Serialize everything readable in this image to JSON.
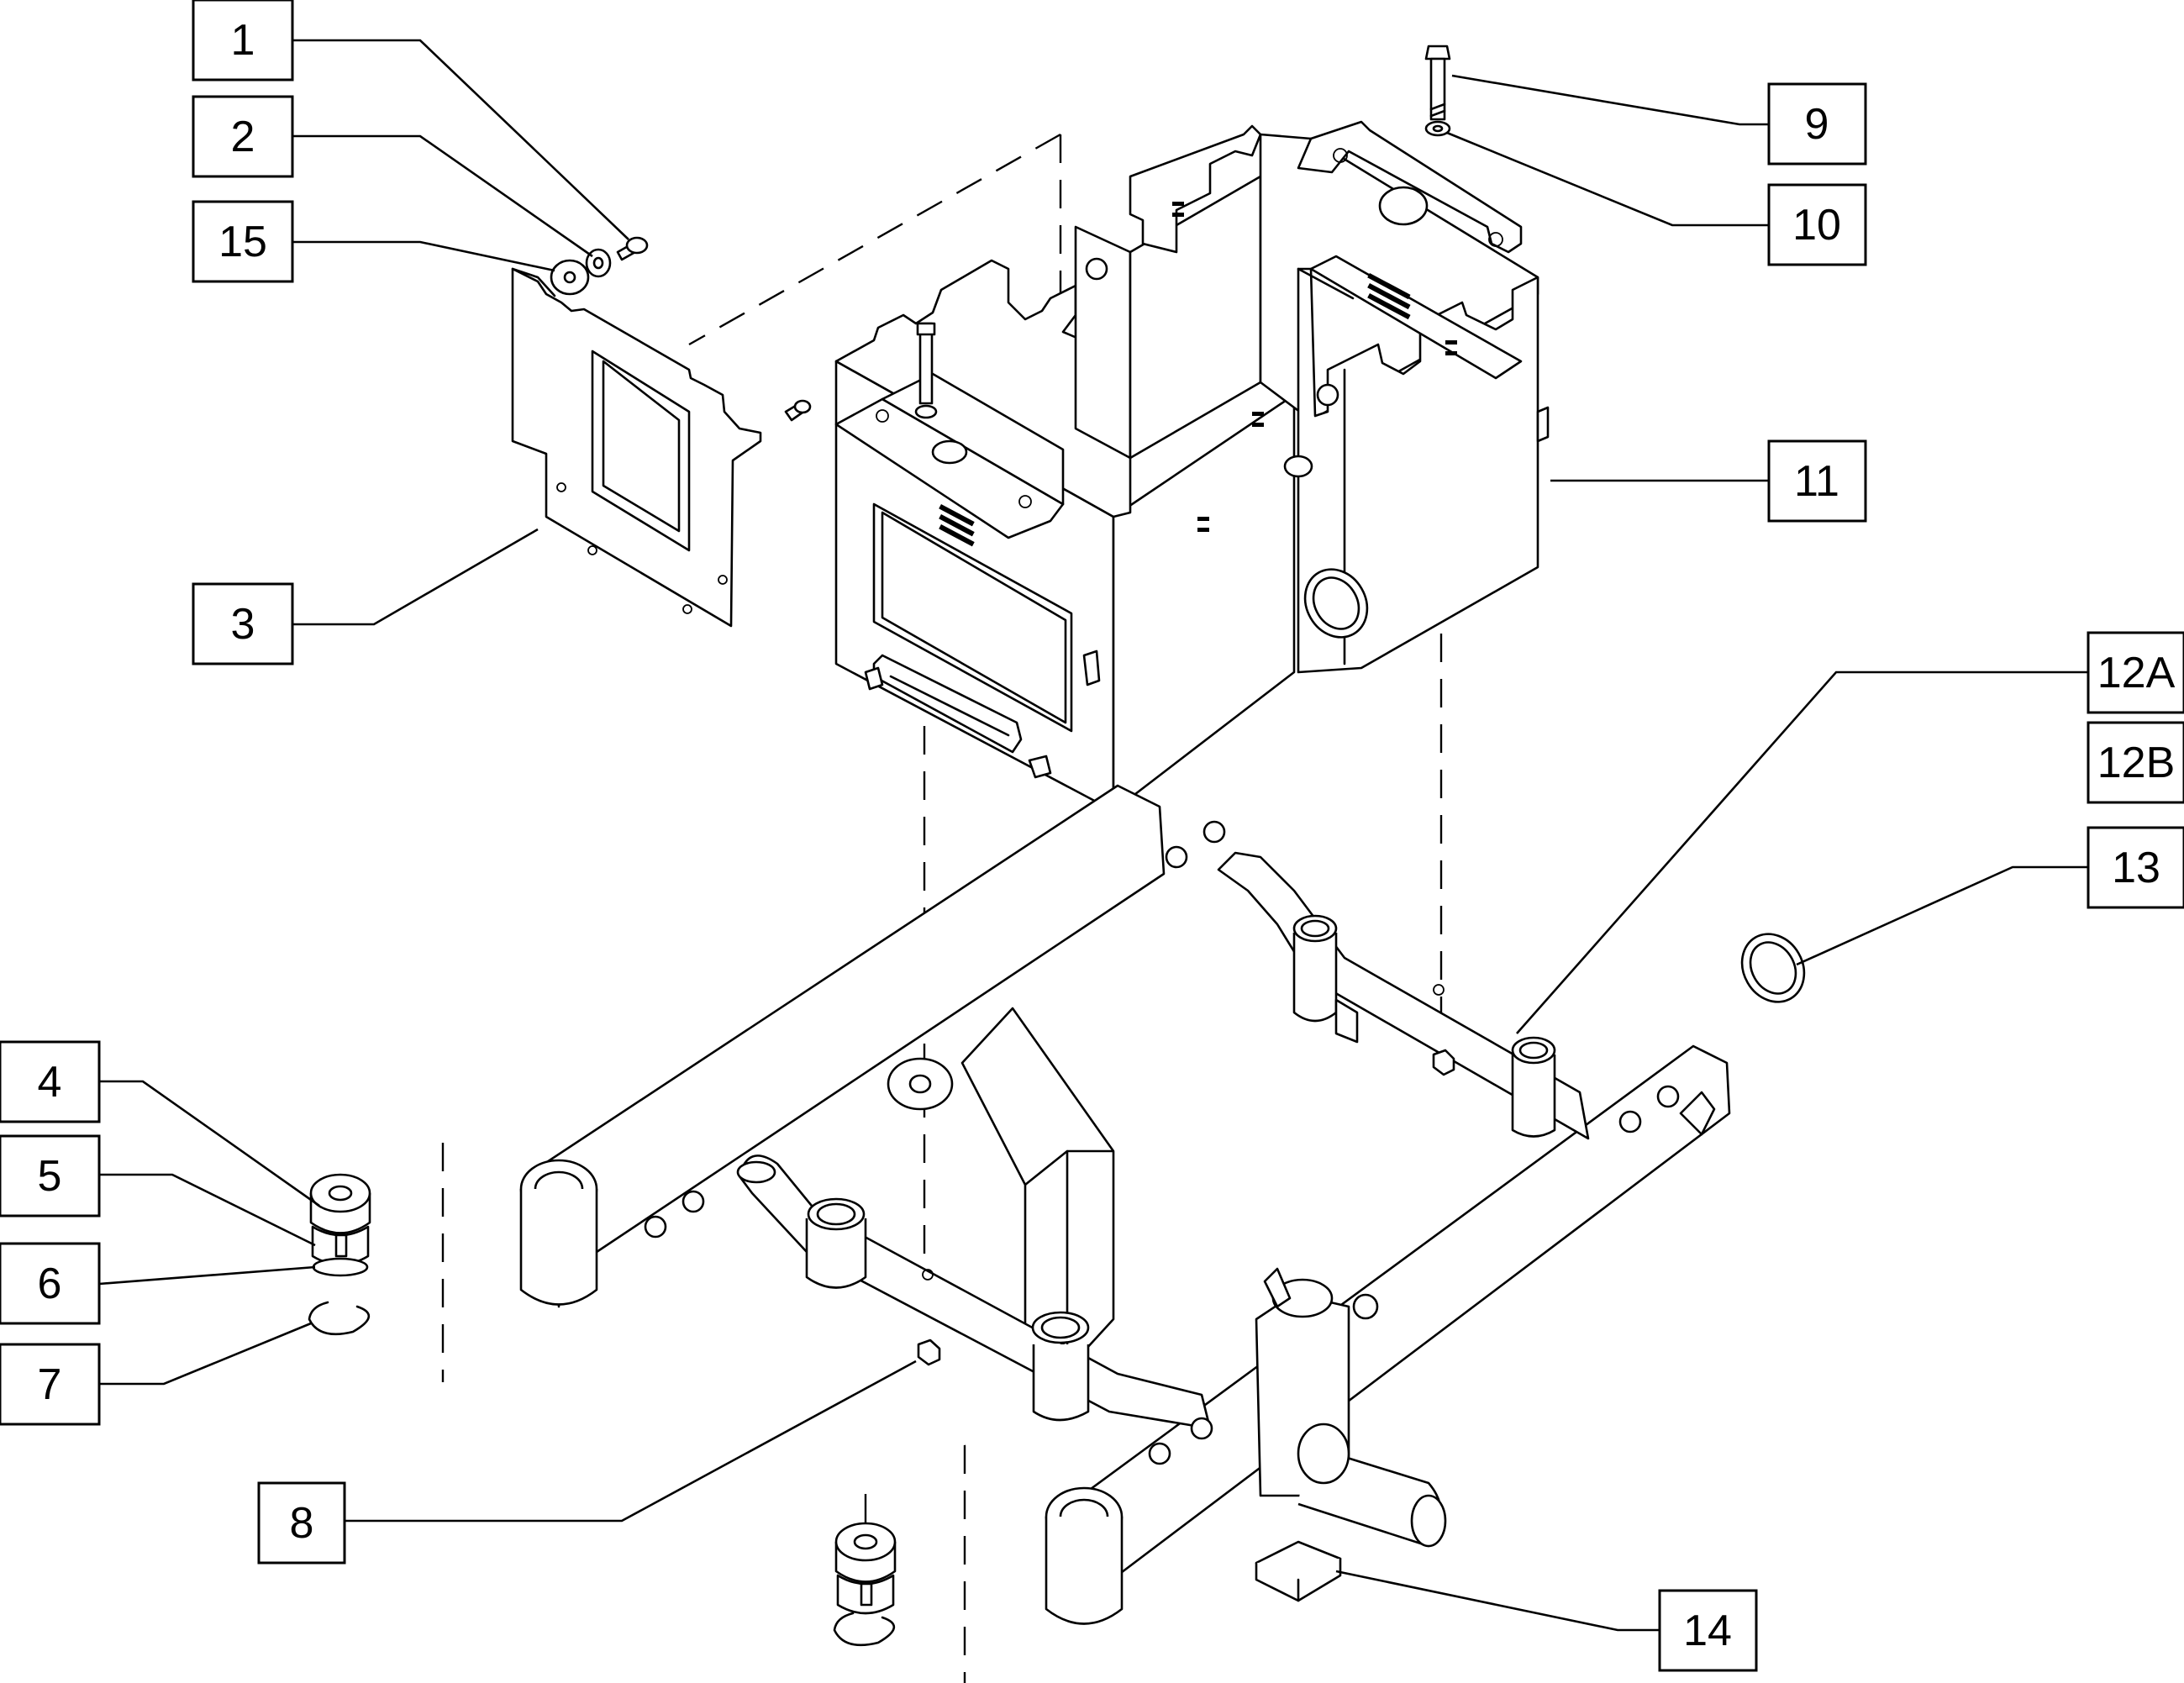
{
  "diagram": {
    "callouts": [
      {
        "id": "c1",
        "label": "1"
      },
      {
        "id": "c2",
        "label": "2"
      },
      {
        "id": "c15",
        "label": "15"
      },
      {
        "id": "c3",
        "label": "3"
      },
      {
        "id": "c9",
        "label": "9"
      },
      {
        "id": "c10",
        "label": "10"
      },
      {
        "id": "c11",
        "label": "11"
      },
      {
        "id": "c12A",
        "label": "12A"
      },
      {
        "id": "c12B",
        "label": "12B"
      },
      {
        "id": "c13",
        "label": "13"
      },
      {
        "id": "c4",
        "label": "4"
      },
      {
        "id": "c5",
        "label": "5"
      },
      {
        "id": "c6",
        "label": "6"
      },
      {
        "id": "c7",
        "label": "7"
      },
      {
        "id": "c8",
        "label": "8"
      },
      {
        "id": "c14",
        "label": "14"
      }
    ],
    "colors": {
      "line": "#000000",
      "background": "#ffffff"
    }
  }
}
